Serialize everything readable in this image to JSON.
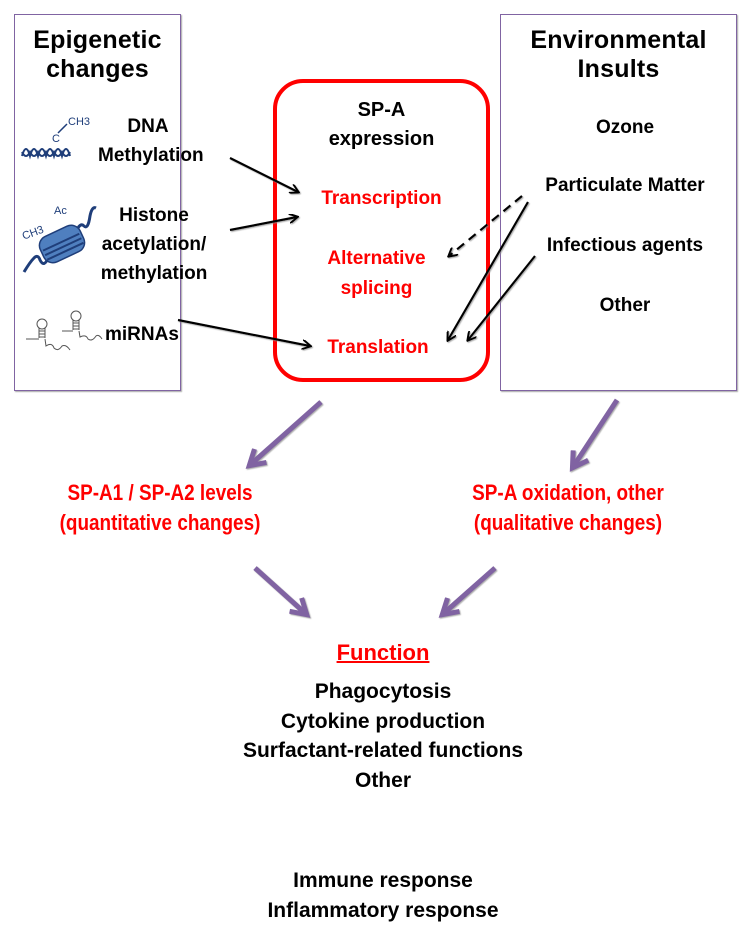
{
  "epigenetic": {
    "title_line1": "Epigenetic",
    "title_line2": "changes",
    "items": [
      {
        "line1": "DNA",
        "line2": "Methylation",
        "icon": "dna-methylation-icon",
        "icon_label_ch3": "CH3",
        "icon_label_c": "C"
      },
      {
        "line1": "Histone",
        "line2": "acetylation/",
        "line3": "methylation",
        "icon": "histone-icon",
        "icon_label_ch3": "CH3",
        "icon_label_ac": "Ac"
      },
      {
        "line1": "miRNAs",
        "icon": "mirna-hairpin-icon"
      }
    ]
  },
  "environmental": {
    "title_line1": "Environmental",
    "title_line2": "Insults",
    "items": [
      "Ozone",
      "Particulate Matter",
      "Infectious agents",
      "Other"
    ]
  },
  "spa_expression": {
    "title_line1": "SP-A",
    "title_line2": "expression",
    "steps": {
      "transcription": "Transcription",
      "alt_line1": "Alternative",
      "alt_line2": "splicing",
      "translation": "Translation"
    }
  },
  "outcomes": {
    "quantitative_line1": "SP-A1 / SP-A2 levels",
    "quantitative_line2": "(quantitative changes)",
    "qualitative_line1": "SP-A oxidation, other",
    "qualitative_line2": "(qualitative changes)"
  },
  "function": {
    "title": "Function",
    "items": [
      "Phagocytosis",
      "Cytokine production",
      "Surfactant-related functions",
      "Other"
    ]
  },
  "response": {
    "items": [
      "Immune response",
      "Inflammatory response"
    ]
  },
  "colors": {
    "red_accent": "#ff0000",
    "purple_arrow": "#8064a2",
    "panel_border": "#8064a2",
    "histone_blue": "#3a6aa8"
  }
}
